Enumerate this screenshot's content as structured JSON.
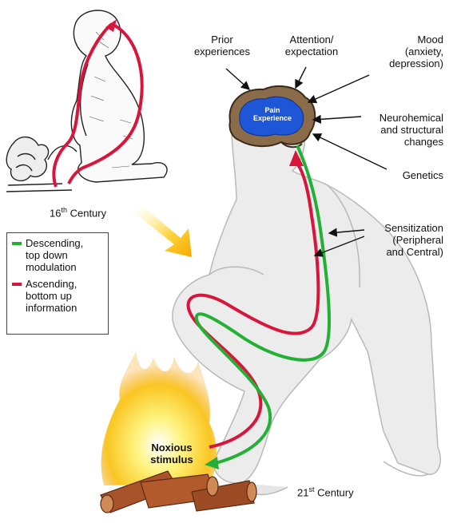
{
  "labels": {
    "prior": "Prior\nexperiences",
    "attention": "Attention/\nexpectation",
    "mood": "Mood\n(anxiety,\ndepression)",
    "neuro": "Neurohemical\nand structural\nchanges",
    "genetics": "Genetics",
    "sensitization": "Sensitization\n(Peripheral\nand Central)",
    "noxious": "Noxious\nstimulus",
    "brain": "Pain\nExperience"
  },
  "century_16": {
    "number": "16",
    "suffix": "th",
    "word": " Century"
  },
  "century_21": {
    "number": "21",
    "suffix": "st",
    "word": " Century"
  },
  "legend": {
    "descending": "Descending,\ntop down\nmodulation",
    "ascending": "Ascending,\nbottom up\ninformation"
  },
  "colors": {
    "descending": "#22b135",
    "ascending": "#d8163c",
    "brain_fill": "#1e56d8",
    "arrow": "#f5b400",
    "fire": "#f7c21a"
  }
}
